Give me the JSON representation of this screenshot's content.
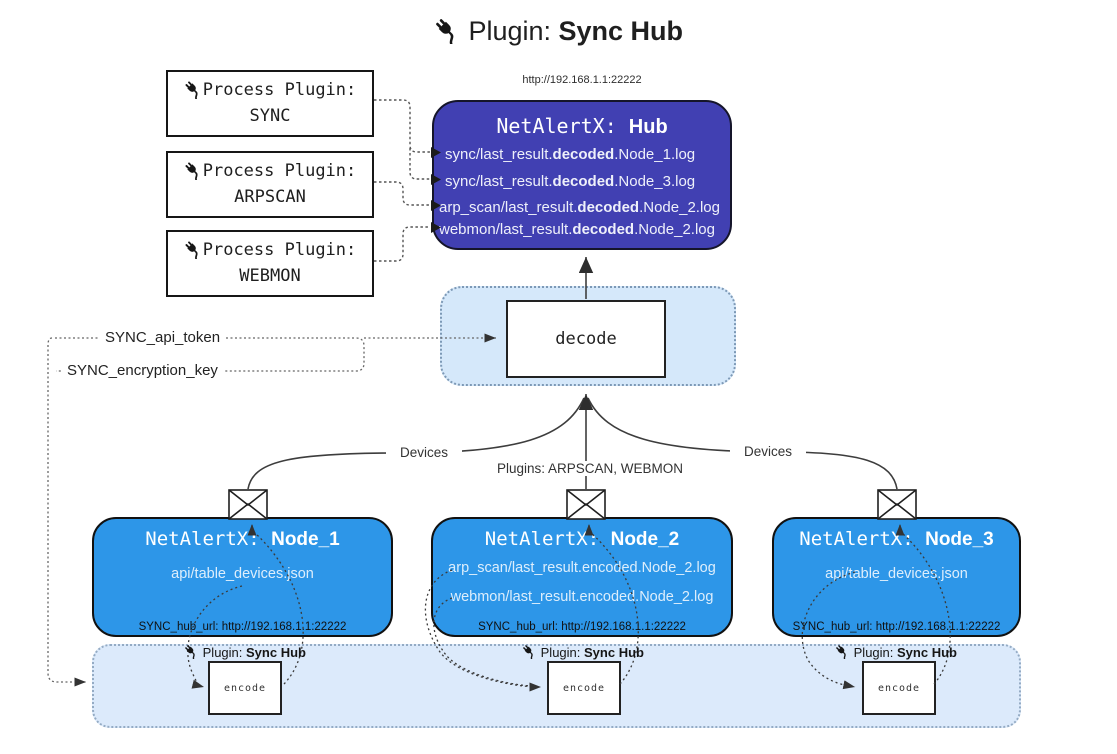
{
  "title": {
    "prefix": "Plugin: ",
    "bold": "Sync Hub"
  },
  "process_plugins": [
    {
      "label": "Process Plugin:",
      "name": "SYNC"
    },
    {
      "label": "Process Plugin:",
      "name": "ARPSCAN"
    },
    {
      "label": "Process Plugin:",
      "name": "WEBMON"
    }
  ],
  "hub": {
    "url": "http://192.168.1.1:22222",
    "title_prefix": "NetAlertX: ",
    "title_bold": "Hub",
    "logs": [
      {
        "pre": "sync/last_result.",
        "bold": "decoded",
        "post": ".Node_1.log"
      },
      {
        "pre": "sync/last_result.",
        "bold": "decoded",
        "post": ".Node_3.log"
      },
      {
        "pre": "arp_scan/last_result.",
        "bold": "decoded",
        "post": ".Node_2.log"
      },
      {
        "pre": "webmon/last_result.",
        "bold": "decoded",
        "post": ".Node_2.log"
      }
    ]
  },
  "decode": {
    "label": "decode"
  },
  "keys": {
    "api_token": "SYNC_api_token",
    "encryption_key": "SYNC_encryption_key"
  },
  "edges": {
    "devices_left": "Devices",
    "devices_right": "Devices",
    "plugins_center": "Plugins: ARPSCAN, WEBMON"
  },
  "nodes": [
    {
      "title_prefix": "NetAlertX: ",
      "title_bold": "Node_1",
      "files": [
        "api/table_devices.json"
      ],
      "hub_url": "SYNC_hub_url: http://192.168.1.1:22222"
    },
    {
      "title_prefix": "NetAlertX: ",
      "title_bold": "Node_2",
      "files": [
        "arp_scan/last_result.encoded.Node_2.log",
        "webmon/last_result.encoded.Node_2.log"
      ],
      "hub_url": "SYNC_hub_url: http://192.168.1.1:22222"
    },
    {
      "title_prefix": "NetAlertX: ",
      "title_bold": "Node_3",
      "files": [
        "api/table_devices.json"
      ],
      "hub_url": "SYNC_hub_url: http://192.168.1.1:22222"
    }
  ],
  "bottom": {
    "plugin_prefix": "Plugin: ",
    "plugin_bold": "Sync Hub",
    "encode_label": "encode"
  },
  "icons": {
    "plug": "plug-icon",
    "envelope": "envelope-icon"
  },
  "colors": {
    "hub_bg": "#4140b2",
    "node_bg": "#2d96e8",
    "decode_panel_bg": "#d5e8fa",
    "bottom_bar_bg": "#dceafb",
    "arrow": "#3d3d3d"
  }
}
